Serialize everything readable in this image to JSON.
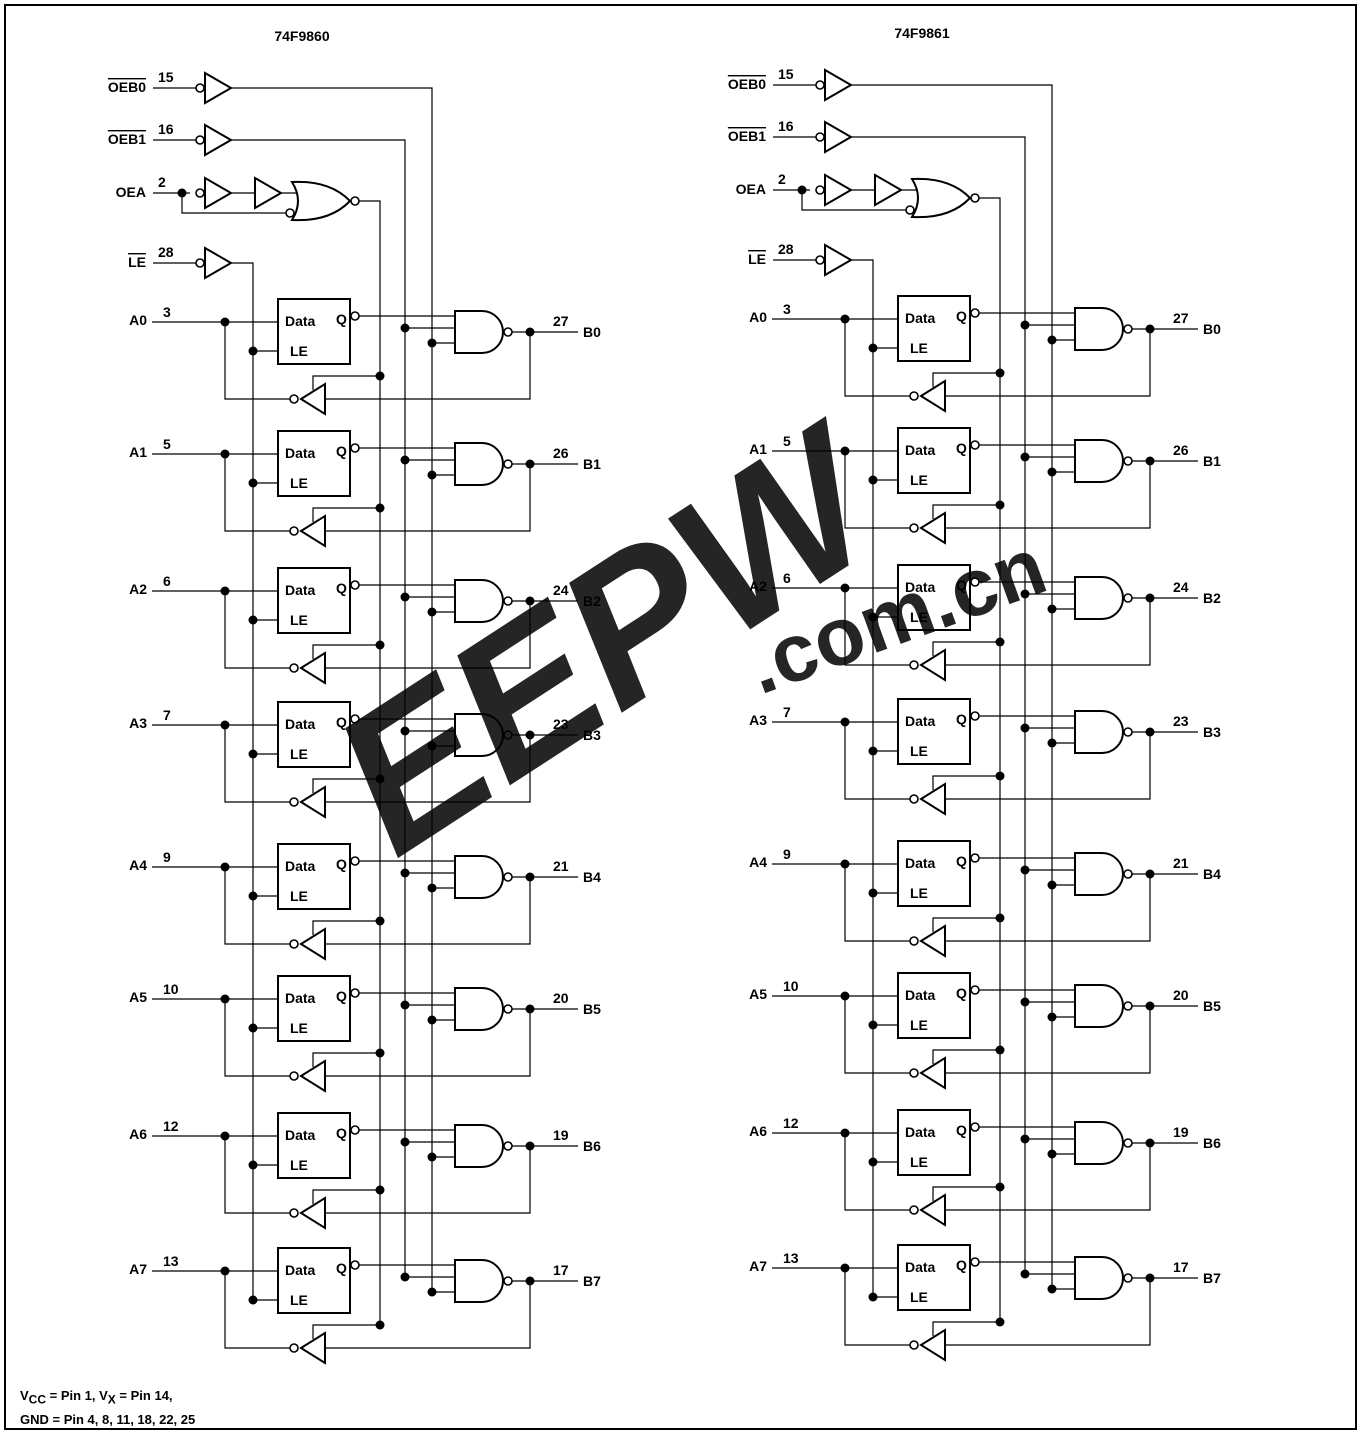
{
  "panels": [
    {
      "title": "74F9860",
      "controls": [
        {
          "label": "OEB0",
          "overline": true,
          "pin": "15"
        },
        {
          "label": "OEB1",
          "overline": true,
          "pin": "16"
        },
        {
          "label": "OEA",
          "overline": false,
          "pin": "2"
        },
        {
          "label": "LE",
          "overline": true,
          "pin": "28"
        }
      ],
      "channels": [
        {
          "a": "A0",
          "a_pin": "3",
          "b": "B0",
          "b_pin": "27"
        },
        {
          "a": "A1",
          "a_pin": "5",
          "b": "B1",
          "b_pin": "26"
        },
        {
          "a": "A2",
          "a_pin": "6",
          "b": "B2",
          "b_pin": "24"
        },
        {
          "a": "A3",
          "a_pin": "7",
          "b": "B3",
          "b_pin": "23"
        },
        {
          "a": "A4",
          "a_pin": "9",
          "b": "B4",
          "b_pin": "21"
        },
        {
          "a": "A5",
          "a_pin": "10",
          "b": "B5",
          "b_pin": "20"
        },
        {
          "a": "A6",
          "a_pin": "12",
          "b": "B6",
          "b_pin": "19"
        },
        {
          "a": "A7",
          "a_pin": "13",
          "b": "B7",
          "b_pin": "17"
        }
      ]
    },
    {
      "title": "74F9861",
      "controls": [
        {
          "label": "OEB0",
          "overline": true,
          "pin": "15"
        },
        {
          "label": "OEB1",
          "overline": true,
          "pin": "16"
        },
        {
          "label": "OEA",
          "overline": false,
          "pin": "2"
        },
        {
          "label": "LE",
          "overline": true,
          "pin": "28"
        }
      ],
      "channels": [
        {
          "a": "A0",
          "a_pin": "3",
          "b": "B0",
          "b_pin": "27"
        },
        {
          "a": "A1",
          "a_pin": "5",
          "b": "B1",
          "b_pin": "26"
        },
        {
          "a": "A2",
          "a_pin": "6",
          "b": "B2",
          "b_pin": "24"
        },
        {
          "a": "A3",
          "a_pin": "7",
          "b": "B3",
          "b_pin": "23"
        },
        {
          "a": "A4",
          "a_pin": "9",
          "b": "B4",
          "b_pin": "21"
        },
        {
          "a": "A5",
          "a_pin": "10",
          "b": "B5",
          "b_pin": "20"
        },
        {
          "a": "A6",
          "a_pin": "12",
          "b": "B6",
          "b_pin": "19"
        },
        {
          "a": "A7",
          "a_pin": "13",
          "b": "B7",
          "b_pin": "17"
        }
      ]
    }
  ],
  "latch": {
    "data_label": "Data",
    "le_label": "LE",
    "q_label": "Q"
  },
  "footer": {
    "line1_vcc_sub": "CC",
    "line1_vcc_text": " = Pin 1, V",
    "line1_vx_sub": "X",
    "line1_vx_text": "  = Pin 14,",
    "line2": "GND = Pin 4, 8, 11, 18, 22, 25"
  },
  "watermark": {
    "text": "EEPW",
    "domain": ".com.cn",
    "color": "#e03030"
  }
}
